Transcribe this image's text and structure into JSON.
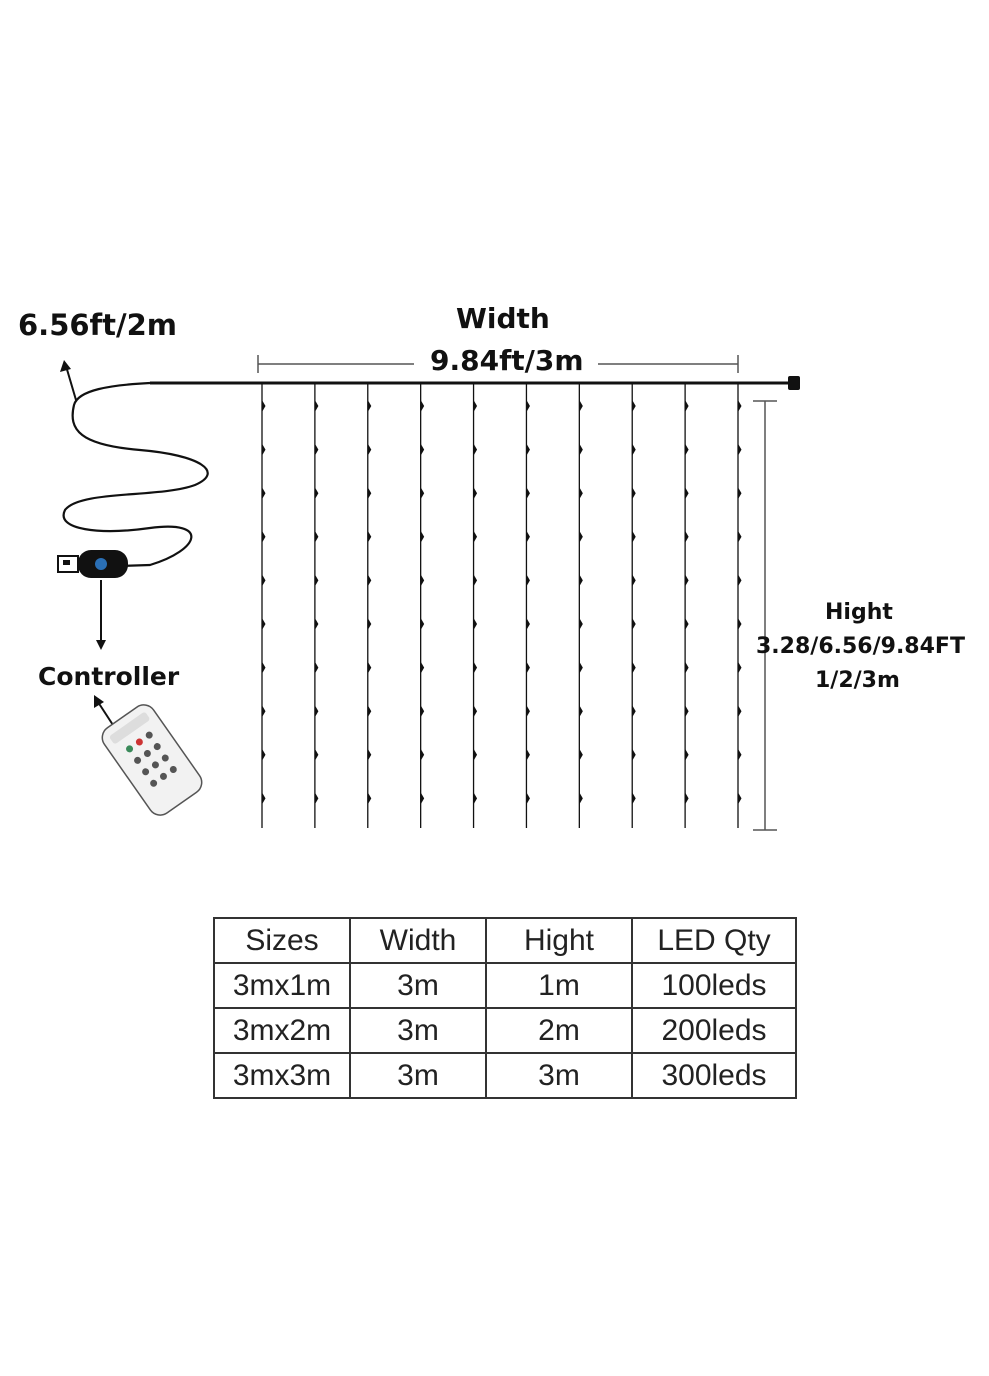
{
  "cable": {
    "length_label": "6.56ft/2m"
  },
  "controller": {
    "label": "Controller"
  },
  "width_dim": {
    "title": "Width",
    "value": "9.84ft/3m"
  },
  "height_dim": {
    "title": "Hight",
    "value_ft": "3.28/6.56/9.84FT",
    "value_m": "1/2/3m"
  },
  "strands": 10,
  "beads_per_strand": 10,
  "table": {
    "headers": [
      "Sizes",
      "Width",
      "Hight",
      "LED Qty"
    ],
    "rows": [
      [
        "3mx1m",
        "3m",
        "1m",
        "100leds"
      ],
      [
        "3mx2m",
        "3m",
        "2m",
        "200leds"
      ],
      [
        "3mx3m",
        "3m",
        "3m",
        "300leds"
      ]
    ]
  },
  "colors": {
    "line": "#111111",
    "usb_button": "#2a6fb5",
    "remote_body": "#f2f2f2"
  }
}
